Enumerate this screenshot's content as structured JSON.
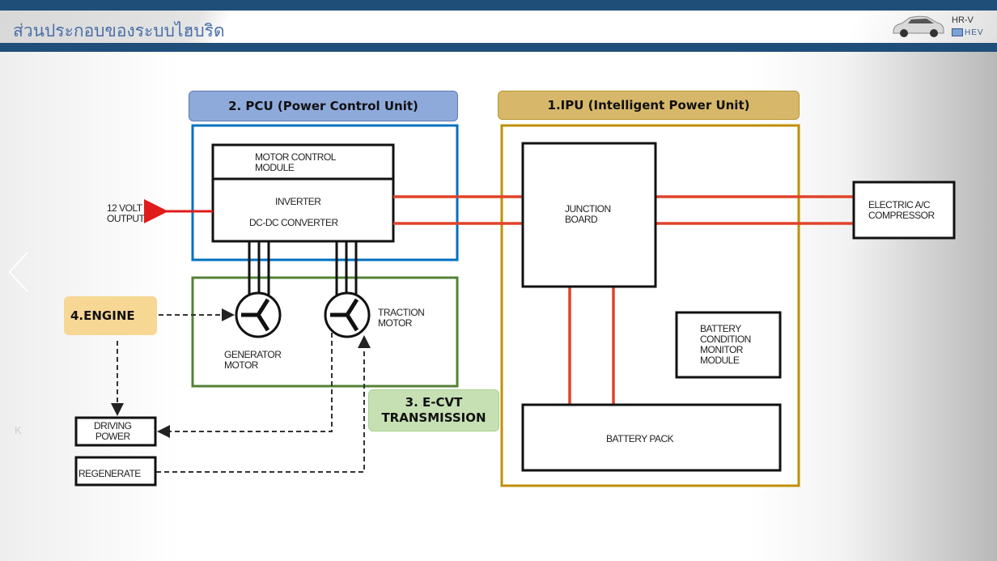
{
  "header": {
    "title": "ส่วนประกอบของระบบไฮบริด",
    "logo_model": "HR-V",
    "logo_badge": "HEV"
  },
  "sections": {
    "pcu": "2. PCU (Power Control Unit)",
    "ipu": "1.IPU (Intelligent Power Unit)",
    "engine": "4.ENGINE",
    "ecvt_line1": "3. E-CVT",
    "ecvt_line2": "TRANSMISSION"
  },
  "components": {
    "motor_control_line1": "MOTOR CONTROL",
    "motor_control_line2": "MODULE",
    "inverter": "INVERTER",
    "dcdc": "DC-DC CONVERTER",
    "volt_line1": "12 VOLT",
    "volt_line2": "OUTPUT",
    "generator_line1": "GENERATOR",
    "generator_line2": "MOTOR",
    "traction_line1": "TRACTION",
    "traction_line2": "MOTOR",
    "driving_line1": "DRIVING",
    "driving_line2": "POWER",
    "regenerate": "REGENERATE",
    "junction_line1": "JUNCTION",
    "junction_line2": "BOARD",
    "bcm_line1": "BATTERY",
    "bcm_line2": "CONDITION",
    "bcm_line3": "MONITOR",
    "bcm_line4": "MODULE",
    "battery_pack": "BATTERY PACK",
    "ac_line1": "ELECTRIC A/C",
    "ac_line2": "COMPRESSOR"
  },
  "colors": {
    "header_bar": "#1f4e79",
    "pcu_border": "#0070c0",
    "ipu_border": "#bf9000",
    "ecvt_border": "#548235",
    "power_line": "#e0432b"
  },
  "nav": {
    "first_icon": "K"
  }
}
